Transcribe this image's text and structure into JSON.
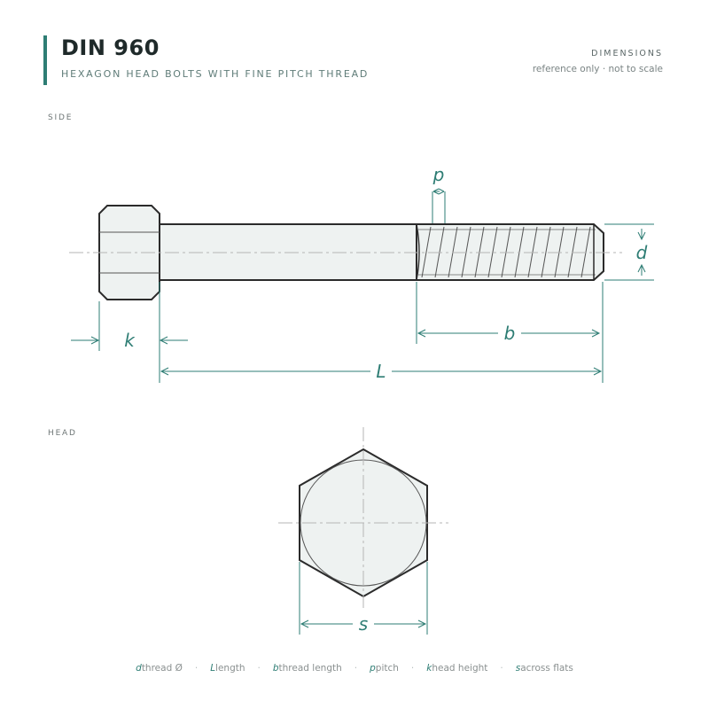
{
  "header": {
    "title": "DIN 960",
    "subtitle": "HEXAGON HEAD BOLTS WITH FINE PITCH THREAD",
    "right_heading": "DIMENSIONS",
    "right_note": "reference only · not to scale"
  },
  "sections": {
    "side": "SIDE",
    "head": "HEAD"
  },
  "dimension_labels": {
    "p": "p",
    "d": "d",
    "k": "k",
    "b": "b",
    "L": "L",
    "s": "s"
  },
  "legend": [
    {
      "symbol": "d",
      "text": "thread Ø"
    },
    {
      "symbol": "L",
      "text": "length"
    },
    {
      "symbol": "b",
      "text": "thread length"
    },
    {
      "symbol": "p",
      "text": "pitch"
    },
    {
      "symbol": "k",
      "text": "head height"
    },
    {
      "symbol": "s",
      "text": "across flats"
    }
  ],
  "colors": {
    "accent": "#2e7d74",
    "outline": "#2b2b2b",
    "fill": "#eef2f1",
    "centerline": "#b5b5b5"
  }
}
